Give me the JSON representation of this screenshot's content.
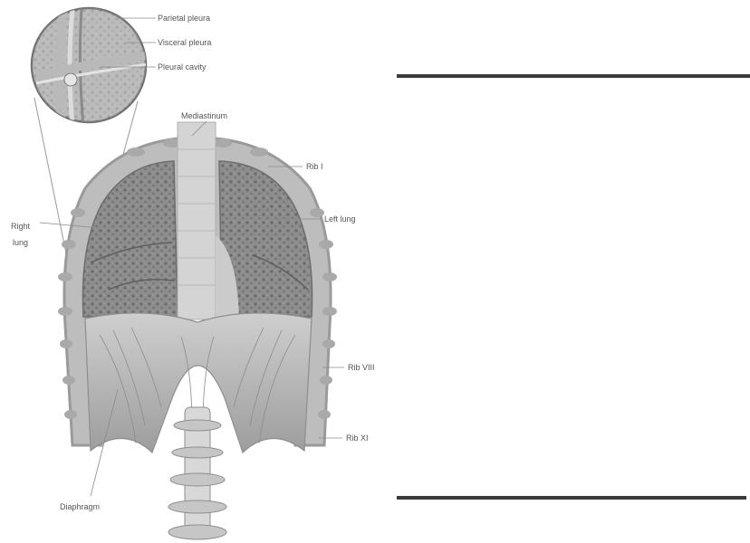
{
  "figure": {
    "labels": {
      "parietal_pleura": "Parietal pleura",
      "visceral_pleura": "Visceral pleura",
      "pleural_cavity": "Pleural cavity",
      "mediastinum": "Mediastinum",
      "rib_1": "Rib I",
      "right_lung": "Right",
      "right_lung_2": "lung",
      "left_lung": "Left lung",
      "rib_8": "Rib VIII",
      "rib_11": "Rib XI",
      "diaphragm": "Diaphragm"
    }
  },
  "colors": {
    "rule": "#3a3a3a",
    "label": "#555555",
    "leader": "#8a8a8a"
  }
}
